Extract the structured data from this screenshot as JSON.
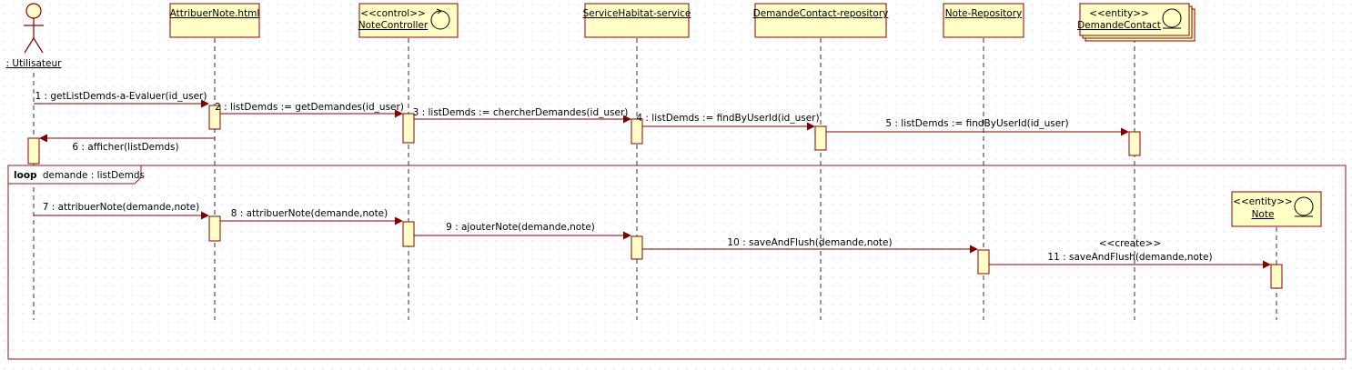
{
  "colors": {
    "box_fill": "#ffffc7",
    "box_stroke": "#8b0000",
    "message_line": "#7f0000",
    "frame_stroke": "#8b1a1a",
    "activation_fill": "#ffffc7"
  },
  "lifelines": [
    {
      "key": "utilisateur",
      "kind": "actor",
      "name": ": Utilisateur"
    },
    {
      "key": "attribuer",
      "kind": "object",
      "name": "AttribuerNote.html"
    },
    {
      "key": "controller",
      "kind": "control",
      "stereotype": "<<control>>",
      "name": "NoteController"
    },
    {
      "key": "service",
      "kind": "object",
      "name": "ServiceHabitat-service"
    },
    {
      "key": "demrepo",
      "kind": "object",
      "name": "DemandeContact-repository"
    },
    {
      "key": "noterepo",
      "kind": "object",
      "name": "Note-Repository"
    },
    {
      "key": "demande",
      "kind": "entity",
      "stereotype": "<<entity>>",
      "name": "DemandeContact"
    },
    {
      "key": "note",
      "kind": "entity",
      "stereotype": "<<entity>>",
      "name": "Note"
    }
  ],
  "messages": [
    {
      "num": "1",
      "label": "1 : getListDemds-a-Evaluer(id_user)",
      "from": "utilisateur",
      "to": "attribuer"
    },
    {
      "num": "2",
      "label": "2 : listDemds := getDemandes(id_user)",
      "from": "attribuer",
      "to": "controller"
    },
    {
      "num": "3",
      "label": "3 : listDemds := chercherDemandes(id_user)",
      "from": "controller",
      "to": "service"
    },
    {
      "num": "4",
      "label": "4 : listDemds := findByUserId(id_user)",
      "from": "service",
      "to": "demrepo"
    },
    {
      "num": "5",
      "label": "5 : listDemds := findByUserId(id_user)",
      "from": "demrepo",
      "to": "demande"
    },
    {
      "num": "6",
      "label": "6 : afficher(listDemds)",
      "from": "attribuer",
      "to": "utilisateur"
    },
    {
      "num": "7",
      "label": "7 : attribuerNote(demande,note)",
      "from": "utilisateur",
      "to": "attribuer"
    },
    {
      "num": "8",
      "label": "8 : attribuerNote(demande,note)",
      "from": "attribuer",
      "to": "controller"
    },
    {
      "num": "9",
      "label": "9 : ajouterNote(demande,note)",
      "from": "controller",
      "to": "service"
    },
    {
      "num": "10",
      "label": "10 : saveAndFlush(demande,note)",
      "from": "service",
      "to": "noterepo"
    },
    {
      "num": "11",
      "label": "11 : saveAndFlush(demande,note)",
      "stereotype": "<<create>>",
      "from": "noterepo",
      "to": "note"
    }
  ],
  "loop": {
    "operator": "loop",
    "guard": "demande : listDemds"
  }
}
